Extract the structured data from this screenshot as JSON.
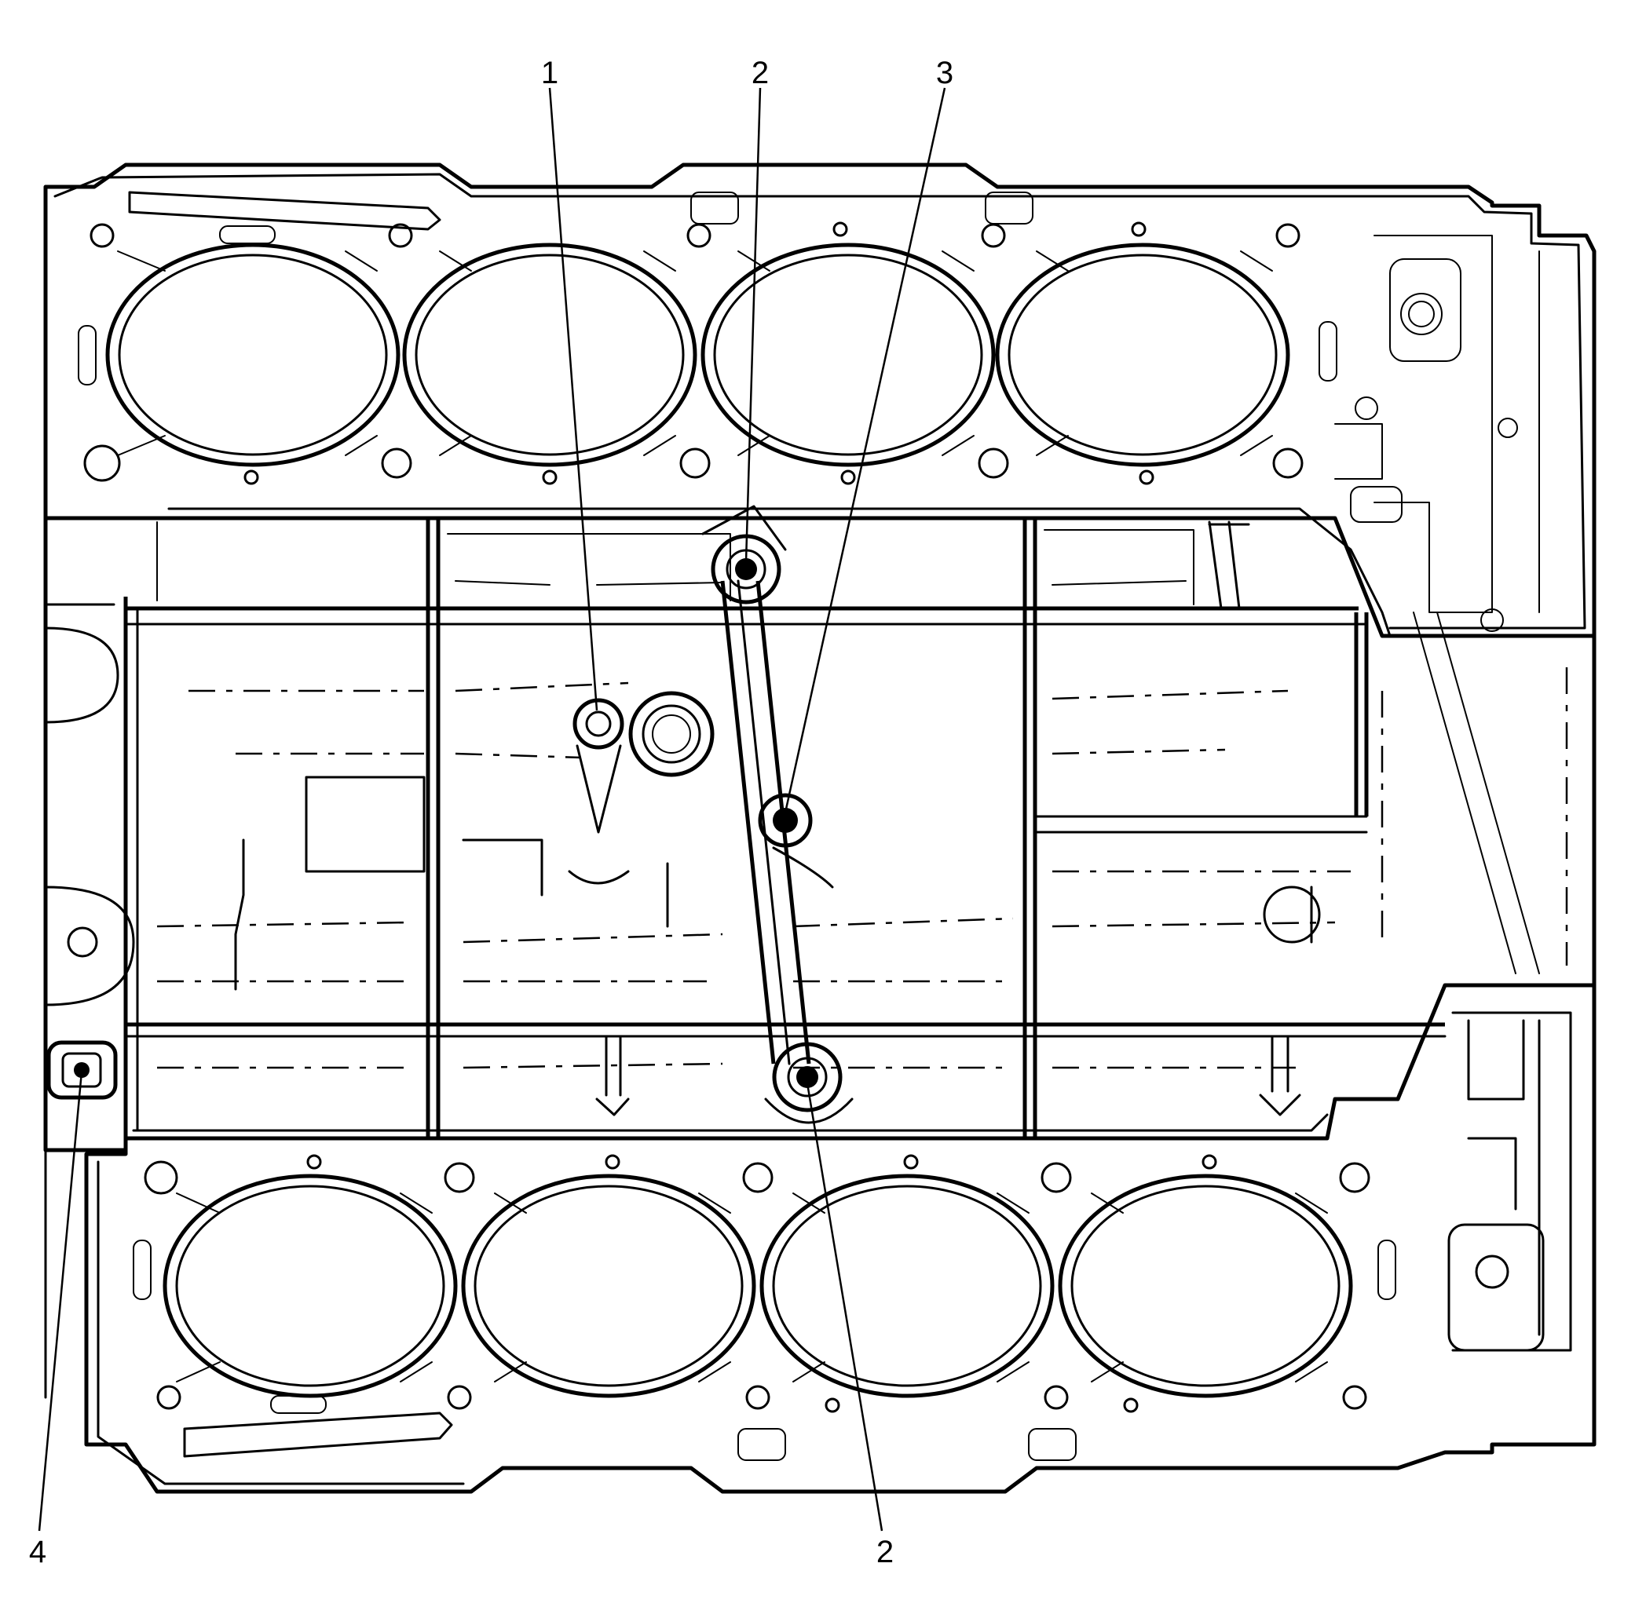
{
  "callouts": [
    {
      "id": "c1",
      "label": "1"
    },
    {
      "id": "c2a",
      "label": "2"
    },
    {
      "id": "c3",
      "label": "3"
    },
    {
      "id": "c2b",
      "label": "2"
    },
    {
      "id": "c4",
      "label": "4"
    }
  ],
  "colors": {
    "ink": "#000000",
    "paper": "#ffffff"
  }
}
